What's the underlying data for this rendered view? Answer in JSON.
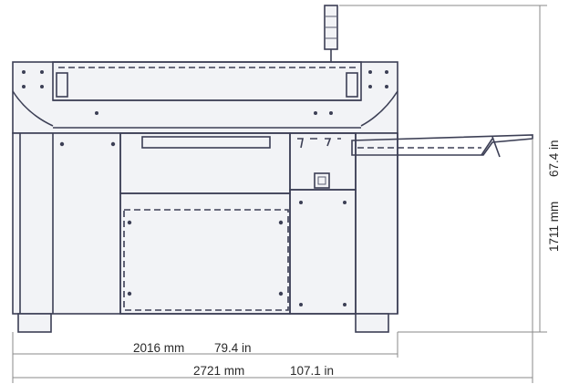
{
  "dimensions": {
    "inner_width_mm": "2016 mm",
    "inner_width_in": "79.4 in",
    "outer_width_mm": "2721 mm",
    "outer_width_in": "107.1 in",
    "height_mm": "1711 mm",
    "height_in": "67.4 in"
  },
  "colors": {
    "outline": "#3c3f55",
    "dimension_line": "#8a8a8a",
    "panel_fill": "#f2f3f6"
  }
}
